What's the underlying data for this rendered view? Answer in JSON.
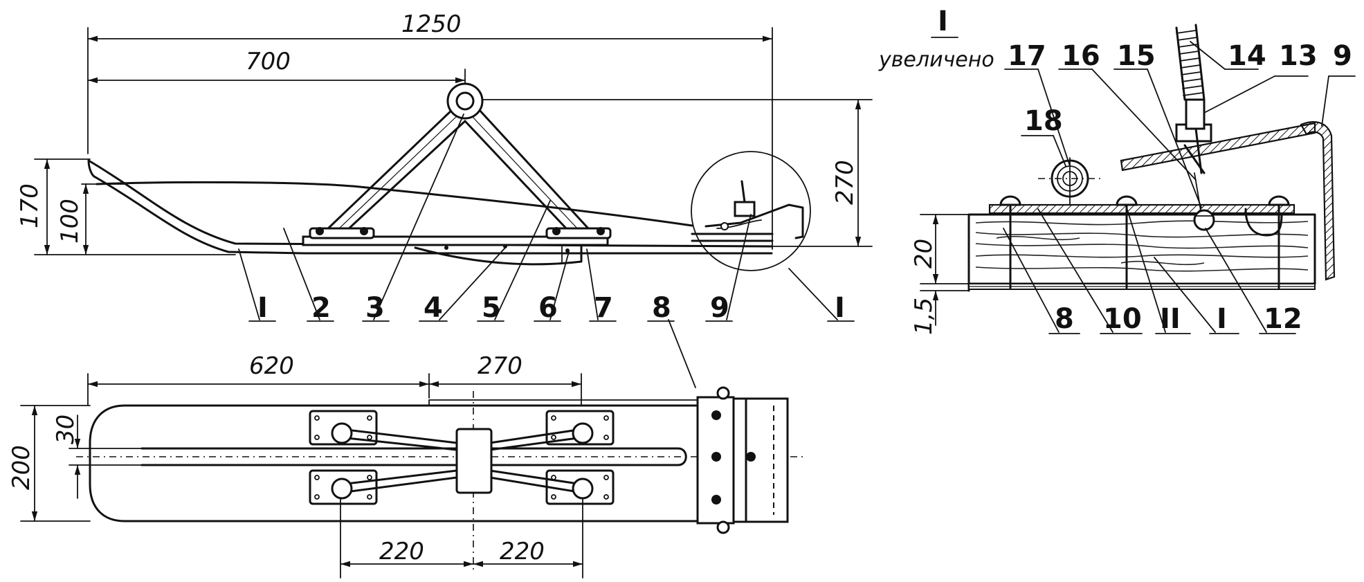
{
  "side_view": {
    "dims": {
      "overall_length": "1250",
      "post_position": "700",
      "height_total": "270",
      "tip_height": "170",
      "tip_inner": "100"
    },
    "callouts": [
      "I",
      "2",
      "3",
      "4",
      "5",
      "6",
      "7",
      "8",
      "9"
    ],
    "detail_ref": "I"
  },
  "plan_view": {
    "dims": {
      "front_length": "620",
      "mid_length": "270",
      "width": "200",
      "center_width": "30",
      "left_half": "220",
      "right_half": "220"
    }
  },
  "detail": {
    "label": "I",
    "caption": "увеличено",
    "dims": {
      "thickness": "20",
      "sole": "1,5"
    },
    "callouts_top": [
      "17",
      "16",
      "15",
      "14",
      "13",
      "9",
      "18"
    ],
    "callouts_bottom": [
      "8",
      "10",
      "II",
      "I",
      "12"
    ]
  }
}
